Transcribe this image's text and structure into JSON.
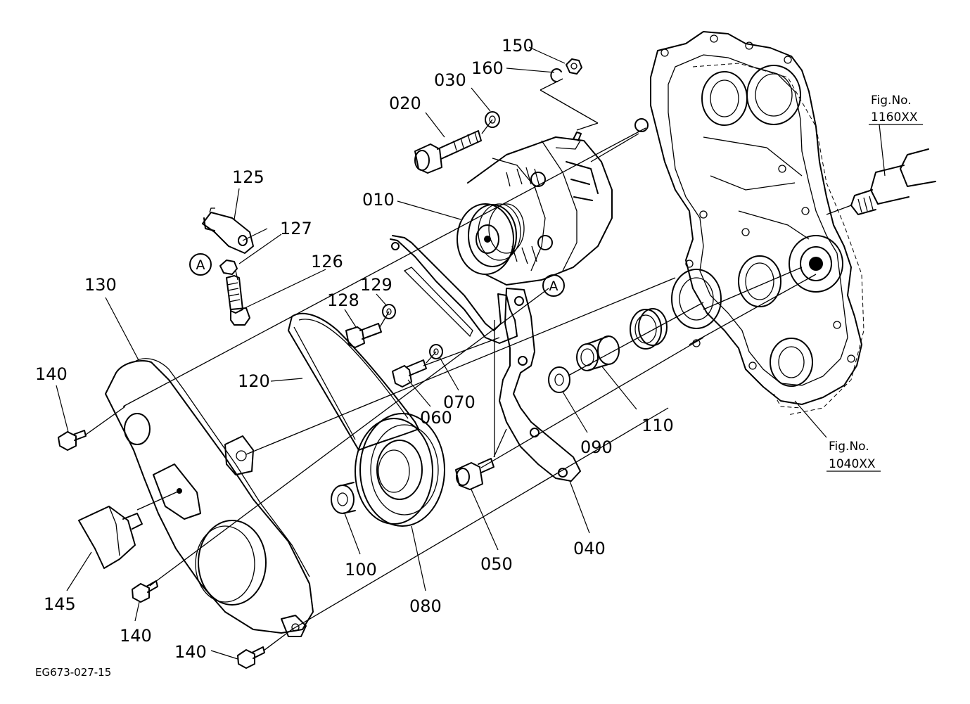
{
  "drawing_code": "EG673-027-15",
  "callouts": [
    {
      "id": "010",
      "text": "010"
    },
    {
      "id": "020",
      "text": "020"
    },
    {
      "id": "030",
      "text": "030"
    },
    {
      "id": "040",
      "text": "040"
    },
    {
      "id": "050",
      "text": "050"
    },
    {
      "id": "060",
      "text": "060"
    },
    {
      "id": "070",
      "text": "070"
    },
    {
      "id": "080",
      "text": "080"
    },
    {
      "id": "090",
      "text": "090"
    },
    {
      "id": "100",
      "text": "100"
    },
    {
      "id": "110",
      "text": "110"
    },
    {
      "id": "120",
      "text": "120"
    },
    {
      "id": "125",
      "text": "125"
    },
    {
      "id": "126",
      "text": "126"
    },
    {
      "id": "127",
      "text": "127"
    },
    {
      "id": "128",
      "text": "128"
    },
    {
      "id": "129",
      "text": "129"
    },
    {
      "id": "130",
      "text": "130"
    },
    {
      "id": "140a",
      "text": "140"
    },
    {
      "id": "140b",
      "text": "140"
    },
    {
      "id": "140c",
      "text": "140"
    },
    {
      "id": "145",
      "text": "145"
    },
    {
      "id": "150",
      "text": "150"
    },
    {
      "id": "160",
      "text": "160"
    }
  ],
  "fig_refs": [
    {
      "title": "Fig.No.",
      "number": "1160XX"
    },
    {
      "title": "Fig.No.",
      "number": "1040XX"
    }
  ],
  "circle_markers": [
    {
      "text": "A"
    },
    {
      "text": "A"
    }
  ]
}
